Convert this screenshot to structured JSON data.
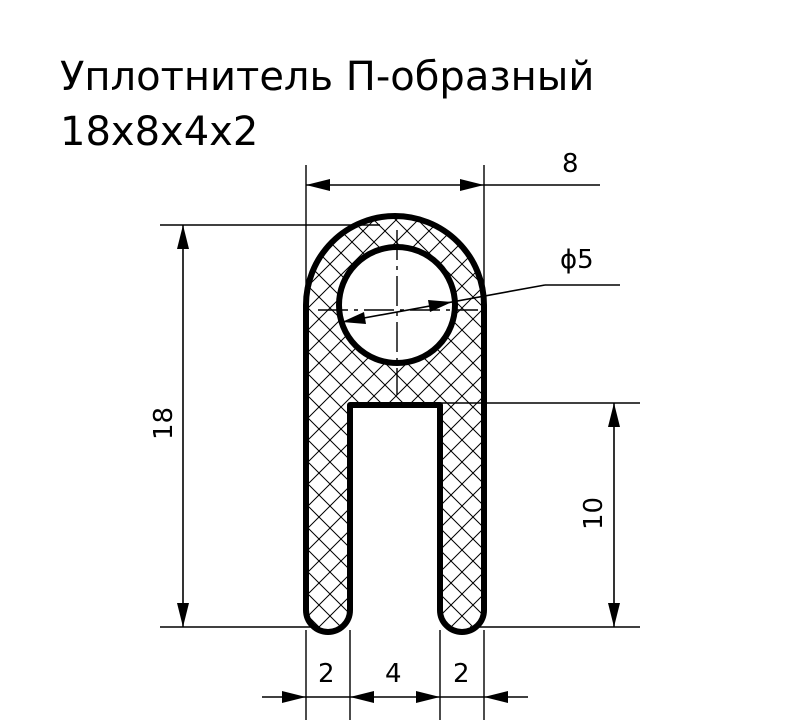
{
  "title": {
    "line1": "Уплотнитель П-образный",
    "line2": "18x8x4x2"
  },
  "dimensions": {
    "width": "8",
    "hole_diameter": "ϕ5",
    "height": "18",
    "slot_depth": "10",
    "wall_left": "2",
    "slot_width": "4",
    "wall_right": "2"
  }
}
